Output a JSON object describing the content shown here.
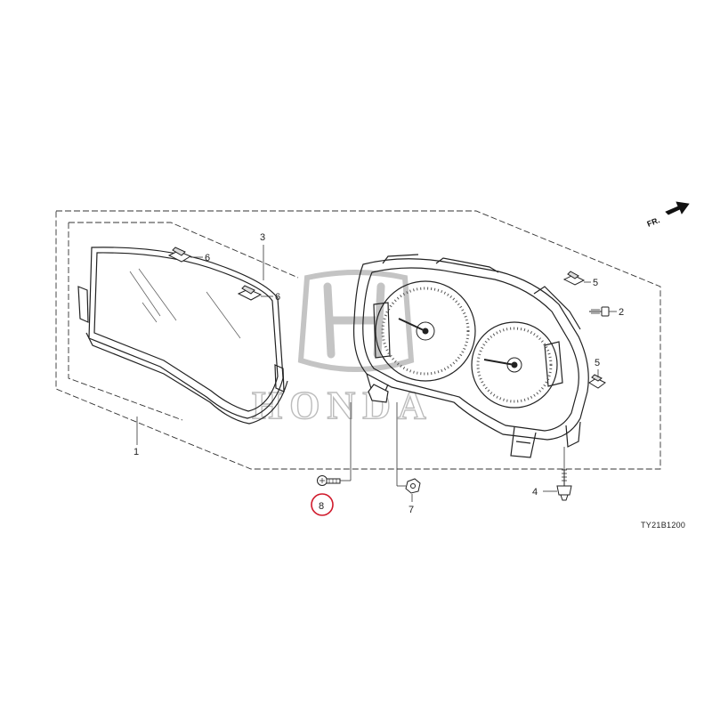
{
  "diagram_code": "TY21B1200",
  "direction_marker": "FR.",
  "watermark_text": "HONDA",
  "highlight_color": "#d0192b",
  "parts": [
    {
      "id": "callout-1",
      "number": "1"
    },
    {
      "id": "callout-2",
      "number": "2"
    },
    {
      "id": "callout-3",
      "number": "3"
    },
    {
      "id": "callout-4",
      "number": "4"
    },
    {
      "id": "callout-5a",
      "number": "5"
    },
    {
      "id": "callout-5b",
      "number": "5"
    },
    {
      "id": "callout-6a",
      "number": "6"
    },
    {
      "id": "callout-6b",
      "number": "6"
    },
    {
      "id": "callout-7",
      "number": "7"
    },
    {
      "id": "callout-8",
      "number": "8",
      "highlighted": true
    }
  ]
}
